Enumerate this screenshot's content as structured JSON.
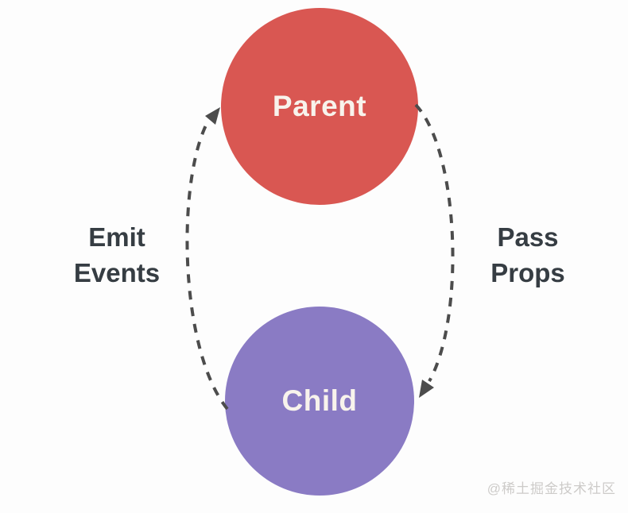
{
  "diagram": {
    "background_color": "#fdfdfd",
    "nodes": [
      {
        "id": "parent",
        "label": "Parent",
        "color": "#d95752",
        "text_color": "#f8f3ec"
      },
      {
        "id": "child",
        "label": "Child",
        "color": "#8a7bc4",
        "text_color": "#f8f3ec"
      }
    ],
    "edges": [
      {
        "id": "emit-events",
        "label_line1": "Emit",
        "label_line2": "Events",
        "from": "Child",
        "to": "Parent",
        "side": "left",
        "style": "dashed",
        "color": "#4c4c4c"
      },
      {
        "id": "pass-props",
        "label_line1": "Pass",
        "label_line2": "Props",
        "from": "Parent",
        "to": "Child",
        "side": "right",
        "style": "dashed",
        "color": "#4c4c4c"
      }
    ],
    "edge_label_color": "#363d43",
    "watermark": "@稀土掘金技术社区",
    "watermark_color": "#cdcbc9"
  }
}
